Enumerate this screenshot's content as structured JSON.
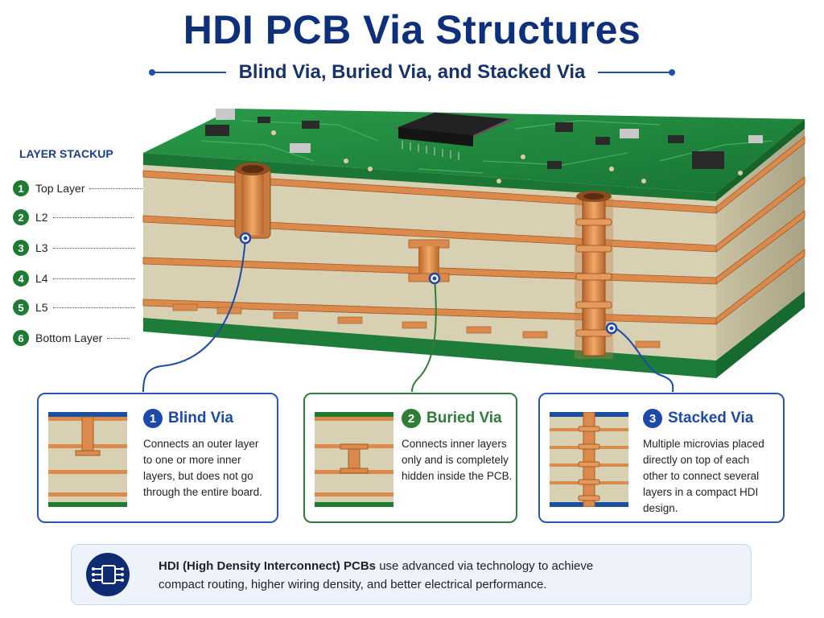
{
  "title": "HDI PCB Via Structures",
  "subtitle": "Blind Via, Buried Via, and Stacked Via",
  "stackup": {
    "heading": "LAYER STACKUP",
    "layers": [
      {
        "num": "1",
        "label": "Top Layer"
      },
      {
        "num": "2",
        "label": "L2"
      },
      {
        "num": "3",
        "label": "L3"
      },
      {
        "num": "4",
        "label": "L4"
      },
      {
        "num": "5",
        "label": "L5"
      },
      {
        "num": "6",
        "label": "Bottom Layer"
      }
    ]
  },
  "cards": [
    {
      "num": "1",
      "title": "Blind Via",
      "lines": [
        "Connects an outer layer",
        "to one or more inner",
        "layers, but does not go",
        "through the entire board."
      ]
    },
    {
      "num": "2",
      "title": "Buried Via",
      "lines": [
        "Connects inner layers",
        "only and is completely",
        "hidden inside the PCB."
      ]
    },
    {
      "num": "3",
      "title": "Stacked Via",
      "lines": [
        "Multiple microvias placed",
        "directly on top of each",
        "other to connect several",
        "layers in a compact HDI",
        "design."
      ]
    }
  ],
  "info": {
    "bold": "HDI (High Density Interconnect) PCBs",
    "rest": " use advanced via technology to achieve",
    "line2": "compact routing, higher wiring density, and better electrical performance."
  },
  "colors": {
    "primary_blue": "#1d49a8",
    "title_navy": "#0e2f7a",
    "solder_mask_green": "#1f8a3c",
    "copper": "#d98a4c",
    "prepreg": "#d6d0b4",
    "accent_green": "#2f7d36"
  },
  "icons": {
    "info": "circuit-chip-icon"
  }
}
